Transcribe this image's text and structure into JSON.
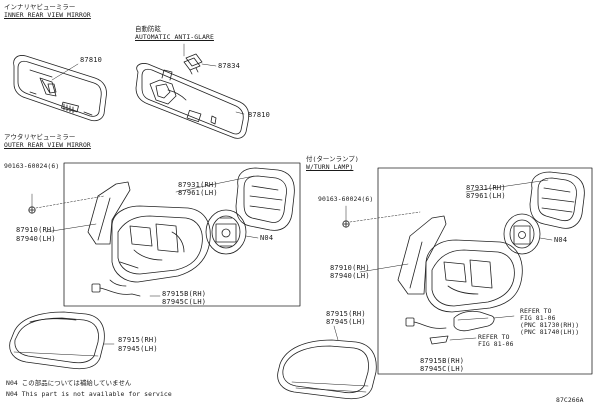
{
  "headers": {
    "inner_jp": "インナリヤビューミラー",
    "inner_en": "INNER REAR VIEW MIRROR",
    "outer_jp": "アウタリヤビューミラー",
    "outer_en": "OUTER REAR VIEW MIRROR"
  },
  "inner_mirror": {
    "anti_glare_jp": "自動防眩",
    "anti_glare_en": "AUTOMATIC ANTI-GLARE",
    "part_left": "87810",
    "part_right": "87810",
    "part_sensor": "87834"
  },
  "outer_mirror_left": {
    "bolt": "90163-60024(6)",
    "glass_line1": "87931(RH)",
    "glass_line2": "87961(LH)",
    "assy_line1": "87910(RH)",
    "assy_line2": "87940(LH)",
    "motor": "N04",
    "cover_line1": "87915B(RH)",
    "cover_line2": "87945C(LH)",
    "cap_line1": "87915(RH)",
    "cap_line2": "87945(LH)"
  },
  "outer_mirror_right": {
    "title_jp": "付(ターンランプ)",
    "title_en": "W/TURN LAMP)",
    "bolt": "90163-60024(6)",
    "glass_line1": "87931(RH)",
    "glass_line2": "87961(LH)",
    "assy_line1": "87910(RH)",
    "assy_line2": "87940(LH)",
    "motor": "N04",
    "cap_line1": "87915(RH)",
    "cap_line2": "87945(LH)",
    "cover_line1": "87915B(RH)",
    "cover_line2": "87945C(LH)",
    "refer1_line1": "REFER TO",
    "refer1_line2": "FIG 81-06",
    "refer1_line3": "(PNC 81730(RH))",
    "refer1_line4": "(PNC 81740(LH))",
    "refer2_line1": "REFER TO",
    "refer2_line2": "FIG 81-06"
  },
  "notes": {
    "n04_jp": "N04 この部品については補給していません",
    "n04_en": "N04 This part is not available for service"
  },
  "diagram_code": "87C266A"
}
